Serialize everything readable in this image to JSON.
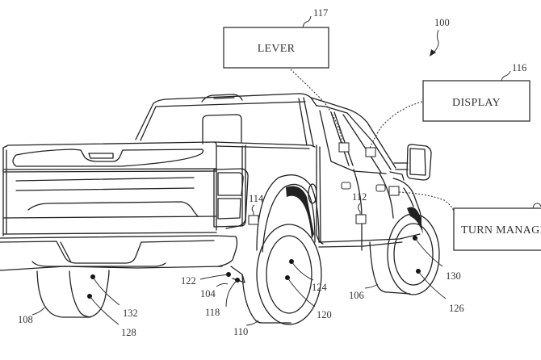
{
  "figure": {
    "system_ref": "100",
    "boxes": [
      {
        "id": "lever",
        "label": "LEVER",
        "ref": "117"
      },
      {
        "id": "display",
        "label": "DISPLAY",
        "ref": "116"
      },
      {
        "id": "turn-manager",
        "label": "TURN MANAGER",
        "ref": ""
      }
    ],
    "references": {
      "vehicle_body": "104",
      "front_wheel": "106",
      "rear_left_wheel": "108",
      "rear_right_wheel": "110",
      "side_sensor_front": "112",
      "side_sensor_rear": "114",
      "sensor_118": "118",
      "wheel_hub_120": "120",
      "sensor_122": "122",
      "wheel_sensor_124": "124",
      "wheel_hub_126": "126",
      "wheel_hub_128": "128",
      "wheel_sensor_130": "130",
      "wheel_sensor_132": "132"
    }
  }
}
